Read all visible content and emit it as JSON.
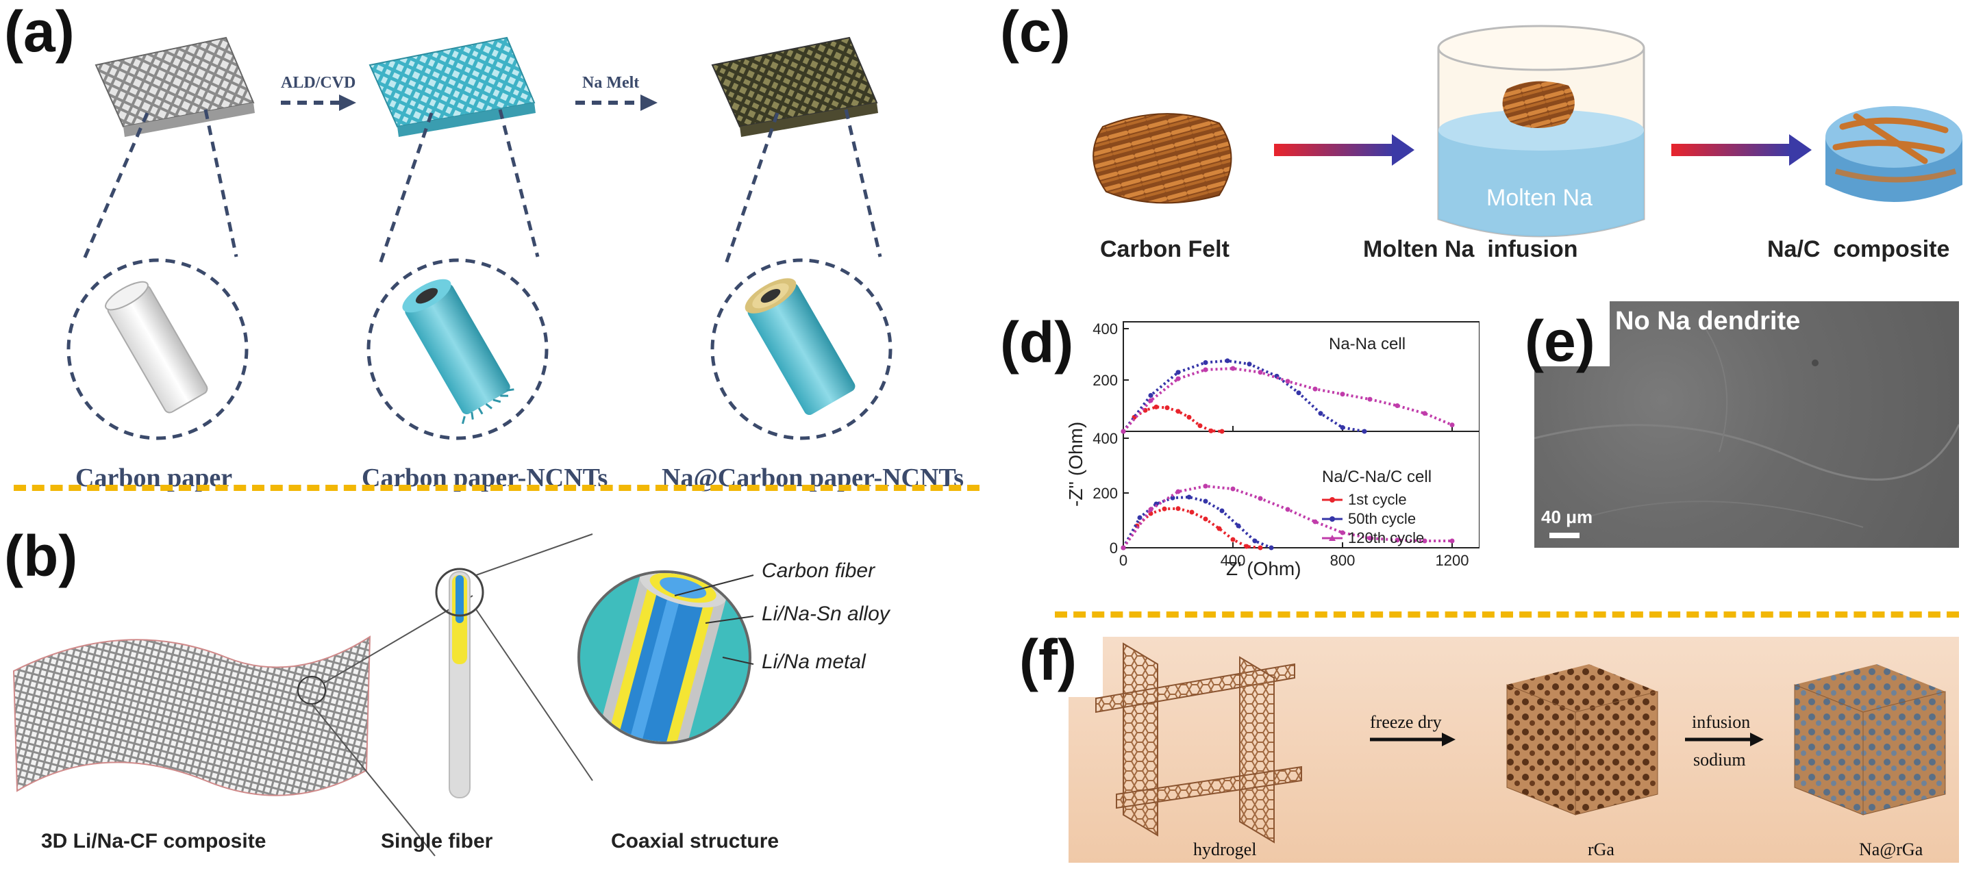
{
  "panels": {
    "a": {
      "label": "(a)",
      "arrow1": "ALD/CVD",
      "arrow2": "Na Melt",
      "captions": [
        "Carbon paper",
        "Carbon paper-NCNTs",
        "Na@Carbon paper-NCNTs"
      ]
    },
    "b": {
      "label": "(b)",
      "callouts": [
        "Carbon fiber",
        "Li/Na-Sn alloy",
        "Li/Na metal"
      ],
      "captions": [
        "3D Li/Na-CF composite",
        "Single fiber",
        "Coaxial structure"
      ]
    },
    "c": {
      "label": "(c)",
      "beaker_text": "Molten Na",
      "captions": [
        "Carbon Felt",
        "Molten Na  infusion",
        "Na/C  composite"
      ]
    },
    "d": {
      "label": "(d)",
      "ylabel": "-Z'' (Ohm)",
      "xlabel": "Z' (Ohm)",
      "top_note": "Na-Na cell",
      "bottom_note": "Na/C-Na/C cell"
    },
    "e": {
      "label": "(e)",
      "title": "No Na dendrite",
      "scalebar": "40 μm"
    },
    "f": {
      "label": "(f)",
      "arrow1": "freeze dry",
      "arrow2_top": "infusion",
      "arrow2_bottom": "sodium",
      "captions": [
        "hydrogel",
        "rGa",
        "Na@rGa"
      ]
    }
  },
  "colors": {
    "divider": "#f2b705",
    "navy": "#3b4a6b",
    "cyan": "#5ec2d4",
    "orange": "#c8742c",
    "molten_blue": "#8cc8e8",
    "series_red": "#e8242c",
    "series_blue": "#3535a8",
    "series_magenta": "#c03caa",
    "sem_gray": "#6d6d6d",
    "panel_f_bg": "#f4d2b8"
  },
  "chart_data": {
    "type": "scatter",
    "subplots": [
      {
        "note": "Na-Na cell",
        "xlim": [
          0,
          1300
        ],
        "ylim": [
          0,
          400
        ],
        "xticks": [
          "0",
          "400",
          "800",
          "1200"
        ],
        "yticks": [
          "0",
          "200",
          "400"
        ],
        "series": [
          {
            "color": "#e8242c",
            "x": [
              0,
              40,
              80,
              120,
              160,
              200,
              240,
              280,
              320,
              360
            ],
            "y": [
              0,
              55,
              82,
              95,
              92,
              78,
              55,
              22,
              2,
              0
            ]
          },
          {
            "color": "#3535a8",
            "x": [
              0,
              100,
              200,
              300,
              380,
              460,
              560,
              640,
              720,
              800,
              880
            ],
            "y": [
              0,
              140,
              230,
              268,
              275,
              262,
              215,
              150,
              70,
              15,
              0
            ]
          },
          {
            "color": "#c03caa",
            "x": [
              0,
              100,
              200,
              300,
              400,
              500,
              600,
              700,
              800,
              900,
              1000,
              1100,
              1200
            ],
            "y": [
              0,
              120,
              205,
              240,
              245,
              230,
              195,
              165,
              145,
              125,
              100,
              70,
              25
            ]
          }
        ]
      },
      {
        "note": "Na/C-Na/C cell",
        "xlim": [
          0,
          1300
        ],
        "ylim": [
          0,
          400
        ],
        "xticks": [
          "0",
          "400",
          "800",
          "1200"
        ],
        "yticks": [
          "0",
          "200",
          "400"
        ],
        "series": [
          {
            "name": "1st cycle",
            "color": "#e8242c",
            "x": [
              0,
              50,
              100,
              150,
              200,
              250,
              300,
              350,
              400,
              450,
              500
            ],
            "y": [
              0,
              80,
              125,
              142,
              143,
              130,
              105,
              70,
              30,
              5,
              0
            ]
          },
          {
            "name": "50th cycle",
            "color": "#3535a8",
            "x": [
              0,
              60,
              120,
              180,
              240,
              300,
              360,
              420,
              480,
              540
            ],
            "y": [
              0,
              110,
              160,
              182,
              185,
              170,
              135,
              80,
              25,
              0
            ]
          },
          {
            "name": "120th cycle",
            "color": "#c03caa",
            "x": [
              0,
              100,
              200,
              300,
              400,
              500,
              600,
              700,
              800,
              900,
              1000,
              1100,
              1200
            ],
            "y": [
              0,
              140,
              205,
              225,
              215,
              180,
              140,
              95,
              55,
              35,
              28,
              25,
              25
            ]
          }
        ]
      }
    ]
  }
}
